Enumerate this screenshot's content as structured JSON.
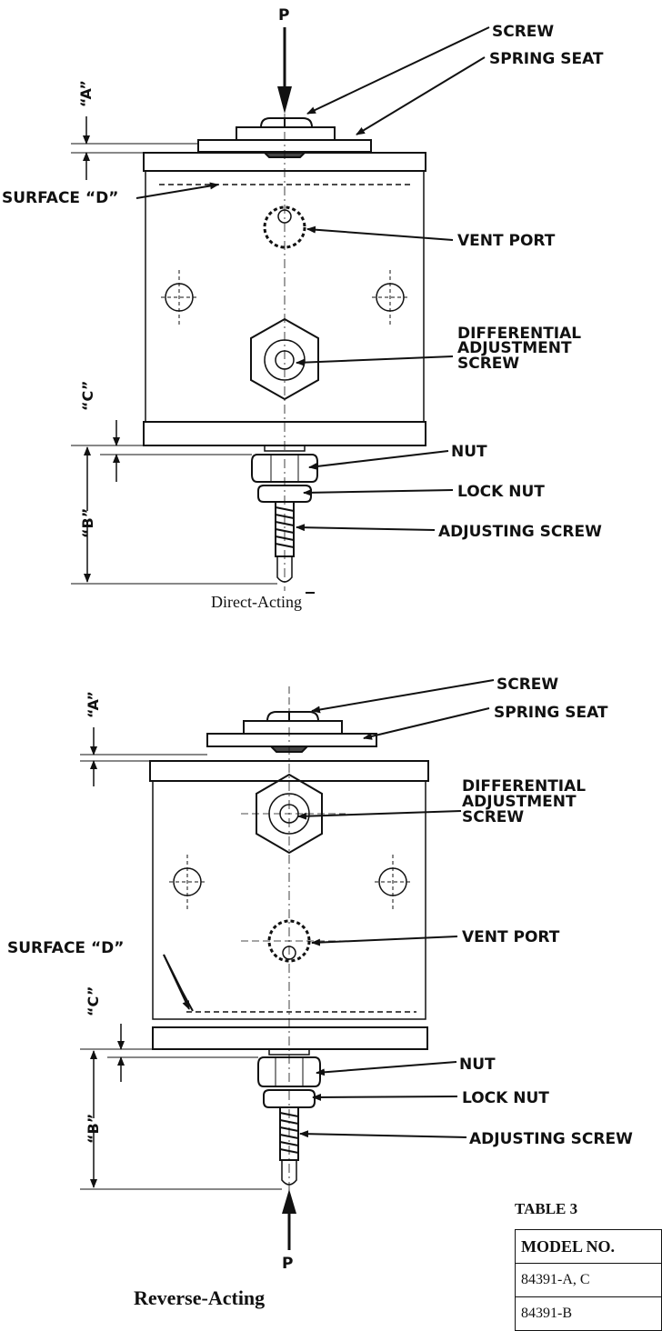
{
  "diagrams": [
    {
      "caption": "Direct-Acting",
      "force_label": "P",
      "labels": {
        "screw": "SCREW",
        "spring_seat": "SPRING SEAT",
        "surface_d": "SURFACE “D”",
        "vent_port": "VENT PORT",
        "diff_1": "DIFFERENTIAL",
        "diff_2": "ADJUSTMENT",
        "diff_3": "SCREW",
        "nut": "NUT",
        "lock_nut": "LOCK NUT",
        "adjusting_screw": "ADJUSTING SCREW"
      },
      "dimensions": {
        "a": "“A”",
        "b": "“B”",
        "c": "“C”"
      }
    },
    {
      "caption": "Reverse-Acting",
      "force_label": "P",
      "labels": {
        "screw": "SCREW",
        "spring_seat": "SPRING SEAT",
        "surface_d": "SURFACE “D”",
        "vent_port": "VENT PORT",
        "diff_1": "DIFFERENTIAL",
        "diff_2": "ADJUSTMENT",
        "diff_3": "SCREW",
        "nut": "NUT",
        "lock_nut": "LOCK NUT",
        "adjusting_screw": "ADJUSTING SCREW"
      },
      "dimensions": {
        "a": "“A”",
        "b": "“B”",
        "c": "“C”"
      }
    }
  ],
  "table": {
    "title": "TABLE 3",
    "header": "MODEL NO.",
    "rows": [
      "84391-A, C",
      "84391-B"
    ]
  }
}
